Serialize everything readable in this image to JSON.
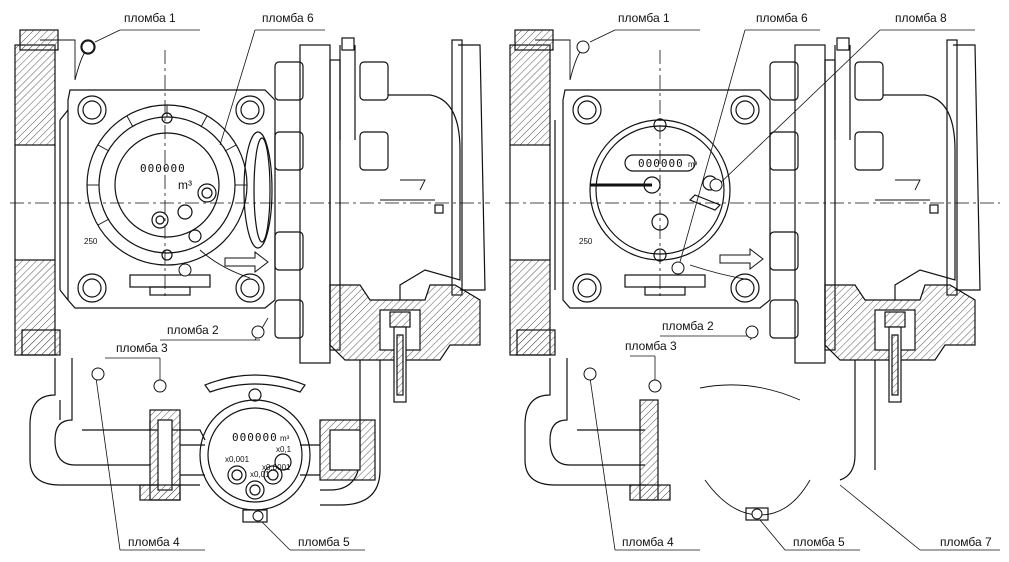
{
  "colors": {
    "ink": "#111111",
    "hatch": "#555555",
    "paper": "#ffffff"
  },
  "left_figure": {
    "labels": {
      "seal_1": "пломба 1",
      "seal_6": "пломба 6",
      "seal_2": "пломба 2",
      "seal_3": "пломба 3",
      "seal_4": "пломба 4",
      "seal_5": "пломба 5"
    },
    "dial_unit": "m³",
    "body_mark": "250",
    "main_counter": "000000",
    "bypass_counter": "000000",
    "bypass_unit": "m³",
    "bypass_sub_dials": [
      "x0,001",
      "x0,1",
      "x0,01",
      "x0,0001"
    ]
  },
  "right_figure": {
    "labels": {
      "seal_1": "пломба 1",
      "seal_6": "пломба 6",
      "seal_8": "пломба 8",
      "seal_2": "пломба 2",
      "seal_3": "пломба 3",
      "seal_4": "пломба 4",
      "seal_5": "пломба 5",
      "seal_7": "пломба 7"
    },
    "dial_unit": "m³",
    "body_mark": "250",
    "main_counter": "000000"
  }
}
